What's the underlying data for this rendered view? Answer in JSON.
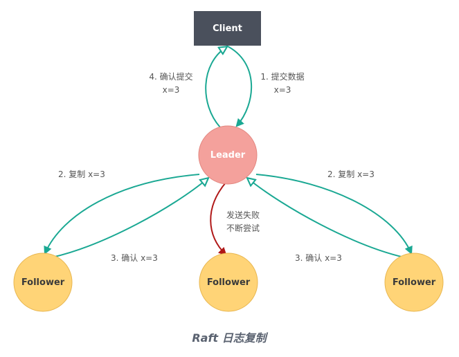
{
  "nodes": {
    "client": {
      "label": "Client"
    },
    "leader": {
      "label": "Leader"
    },
    "follower_left": {
      "label": "Follower"
    },
    "follower_middle": {
      "label": "Follower"
    },
    "follower_right": {
      "label": "Follower"
    }
  },
  "edges": {
    "submit": [
      "1. 提交数据",
      "x=3"
    ],
    "confirm_commit": [
      "4. 确认提交",
      "x=3"
    ],
    "replicate_left": "2. 复制 x=3",
    "replicate_right": "2. 复制 x=3",
    "ack_left": "3. 确认 x=3",
    "ack_right": "3. 确认 x=3",
    "send_failed": [
      "发送失败",
      "不断尝试"
    ]
  },
  "caption": "Raft 日志复制",
  "colors": {
    "client_fill": "#4a505c",
    "leader_fill": "#f4a19c",
    "leader_stroke": "#e2867f",
    "follower_fill": "#ffd477",
    "follower_stroke": "#e8b650",
    "teal_arrow": "#1aa893",
    "red_arrow": "#b01818"
  }
}
